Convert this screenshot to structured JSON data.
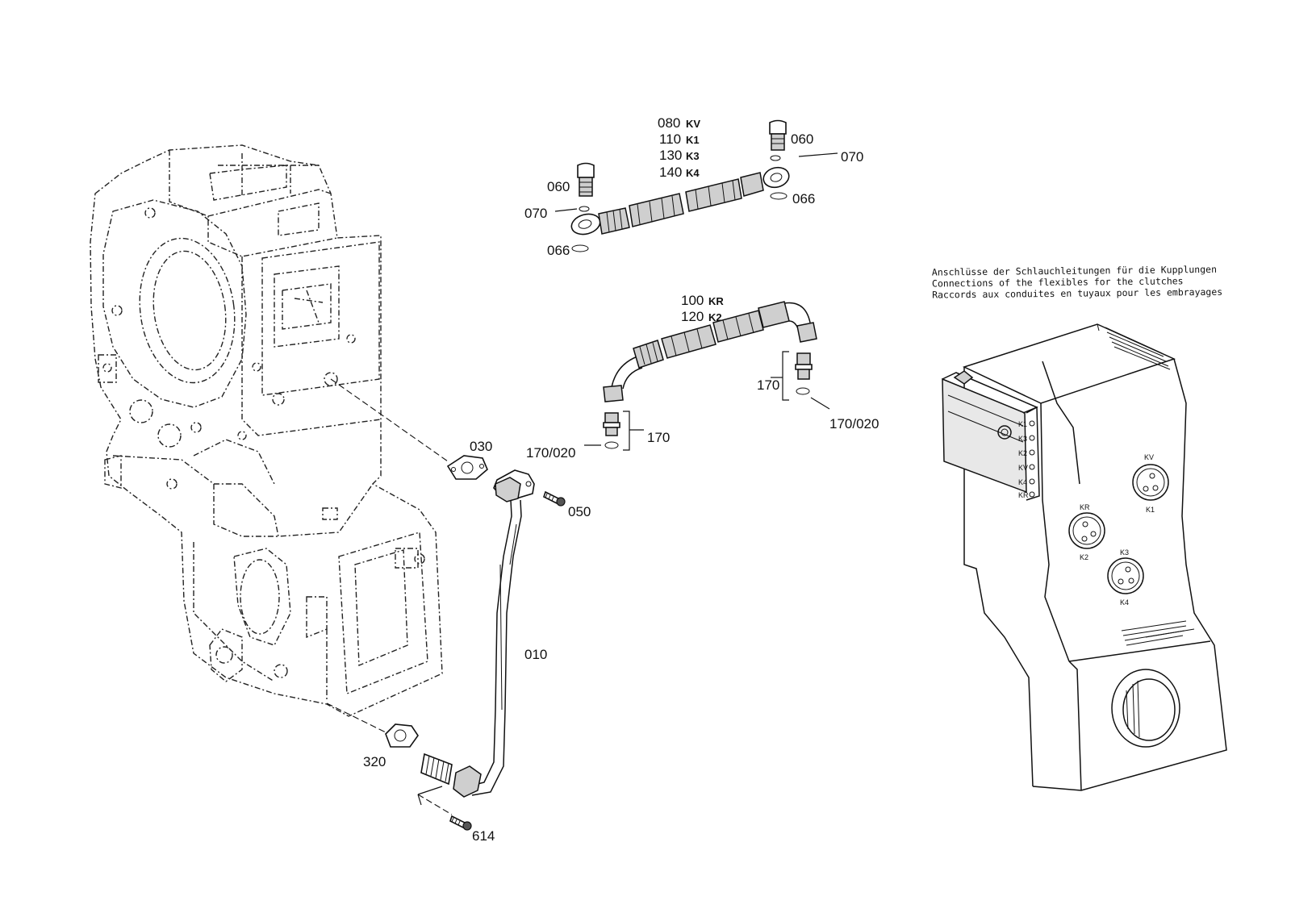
{
  "labels": {
    "p080": "080",
    "p110": "110",
    "p130": "130",
    "p140": "140",
    "kv": "KV",
    "k1": "K1",
    "k3": "K3",
    "k4": "K4",
    "p060_top": "060",
    "p070_top_right": "070",
    "p066_top_right": "066",
    "p060_left": "060",
    "p070_left": "070",
    "p066_left": "066",
    "p100": "100",
    "p120": "120",
    "kr": "KR",
    "k2": "K2",
    "p170_right": "170",
    "p170_020_right": "170/020",
    "p170_left": "170",
    "p170_020_left": "170/020",
    "p030": "030",
    "p050": "050",
    "p010": "010",
    "p320": "320",
    "p614": "614"
  },
  "note": {
    "line1": "Anschlüsse der Schlauchleitungen für die Kupplungen",
    "line2": "Connections of the flexibles for the clutches",
    "line3": "Raccords aux conduites en tuyaux pour les embrayages"
  },
  "block_marks": {
    "kv": "KV",
    "k1": "K1",
    "kr": "KR",
    "k2": "K2",
    "k3": "K3",
    "k4": "K4",
    "side": [
      "K1",
      "K3",
      "K2",
      "KV",
      "K4",
      "KR"
    ]
  }
}
